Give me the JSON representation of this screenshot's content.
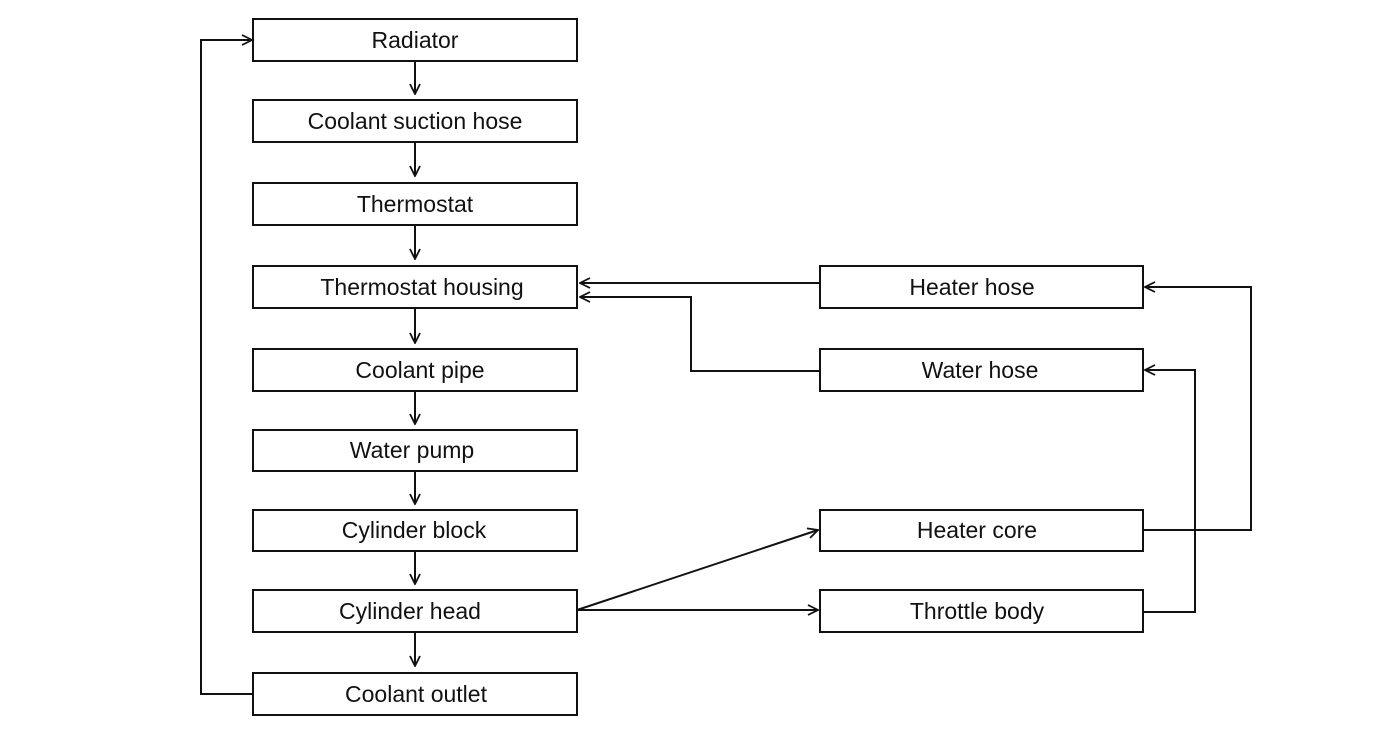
{
  "diagram": {
    "nodes": {
      "radiator": "Radiator",
      "coolant_suction_hose": "Coolant suction hose",
      "thermostat": "Thermostat",
      "thermostat_housing": "Thermostat housing",
      "coolant_pipe": "Coolant pipe",
      "water_pump": "Water pump",
      "cylinder_block": "Cylinder block",
      "cylinder_head": "Cylinder head",
      "coolant_outlet": "Coolant outlet",
      "heater_hose": "Heater hose",
      "water_hose": "Water hose",
      "heater_core": "Heater core",
      "throttle_body": "Throttle body"
    },
    "edges": [
      {
        "from": "radiator",
        "to": "coolant_suction_hose"
      },
      {
        "from": "coolant_suction_hose",
        "to": "thermostat"
      },
      {
        "from": "thermostat",
        "to": "thermostat_housing"
      },
      {
        "from": "thermostat_housing",
        "to": "coolant_pipe"
      },
      {
        "from": "coolant_pipe",
        "to": "water_pump"
      },
      {
        "from": "water_pump",
        "to": "cylinder_block"
      },
      {
        "from": "cylinder_block",
        "to": "cylinder_head"
      },
      {
        "from": "cylinder_head",
        "to": "coolant_outlet"
      },
      {
        "from": "coolant_outlet",
        "to": "radiator"
      },
      {
        "from": "cylinder_head",
        "to": "heater_core"
      },
      {
        "from": "cylinder_head",
        "to": "throttle_body"
      },
      {
        "from": "heater_core",
        "to": "heater_hose"
      },
      {
        "from": "throttle_body",
        "to": "water_hose"
      },
      {
        "from": "heater_hose",
        "to": "thermostat_housing"
      },
      {
        "from": "water_hose",
        "to": "thermostat_housing"
      }
    ]
  }
}
